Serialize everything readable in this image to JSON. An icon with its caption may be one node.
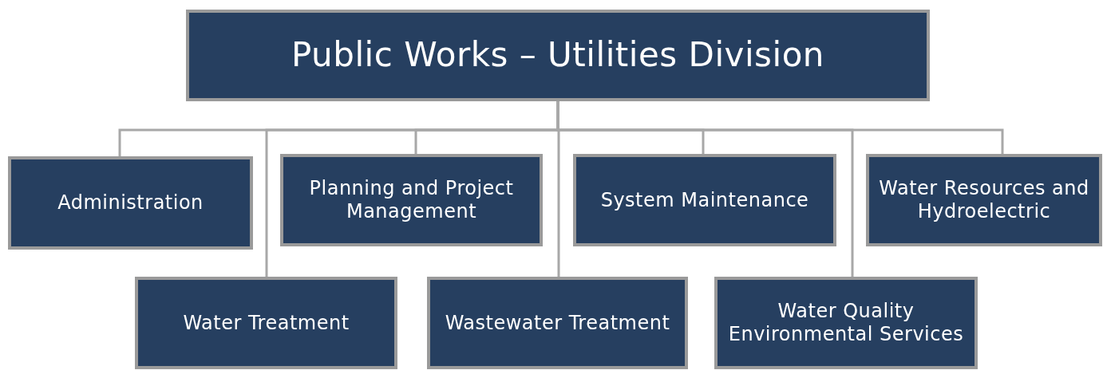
{
  "diagram": {
    "nodes": [
      {
        "text": [
          "Public Works – Utilities Division"
        ]
      },
      {
        "text": [
          "Administration"
        ]
      },
      {
        "text": [
          "Planning and Project Management"
        ]
      },
      {
        "text": [
          "System Maintenance"
        ]
      },
      {
        "text": [
          "Water Resources and Hydroelectric"
        ]
      },
      {
        "text": [
          "Water Treatment"
        ]
      },
      {
        "text": [
          "Wastewater Treatment"
        ]
      },
      {
        "text": [
          "Water Quality Environmental Services"
        ]
      }
    ],
    "edges": [
      {
        "from": 0,
        "to": 1,
        "arrow": "none"
      },
      {
        "from": 0,
        "to": 2,
        "arrow": "none"
      },
      {
        "from": 0,
        "to": 3,
        "arrow": "none"
      },
      {
        "from": 0,
        "to": 4,
        "arrow": "none"
      },
      {
        "from": 0,
        "to": 5,
        "arrow": "none"
      },
      {
        "from": 0,
        "to": 6,
        "arrow": "none"
      },
      {
        "from": 0,
        "to": 7,
        "arrow": "none"
      }
    ]
  }
}
